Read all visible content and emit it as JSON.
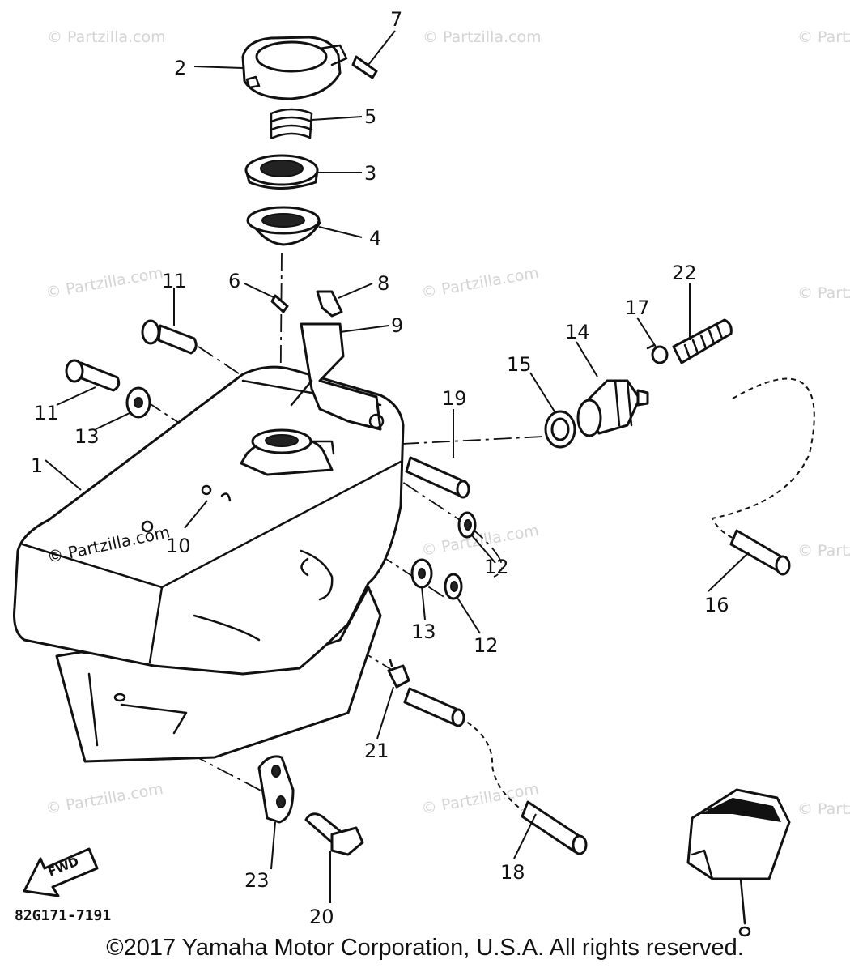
{
  "diagram": {
    "drawing_code": "82G171-7191",
    "forward_label": "FWD",
    "watermark_text": "© Partzilla.com",
    "watermark_overlay": "© Partzilla.com",
    "callouts": {
      "p1": "1",
      "p2": "2",
      "p3": "3",
      "p4": "4",
      "p5": "5",
      "p6": "6",
      "p7": "7",
      "p8": "8",
      "p9": "9",
      "p10": "10",
      "p11a": "11",
      "p11b": "11",
      "p12a": "12",
      "p12b": "12",
      "p13a": "13",
      "p13b": "13",
      "p14": "14",
      "p15": "15",
      "p16": "16",
      "p17": "17",
      "p18": "18",
      "p19": "19",
      "p20": "20",
      "p21": "21",
      "p22": "22",
      "p23": "23"
    }
  },
  "footer": {
    "copyright": "©2017  Yamaha Motor Corporation, U.S.A. All rights reserved."
  }
}
